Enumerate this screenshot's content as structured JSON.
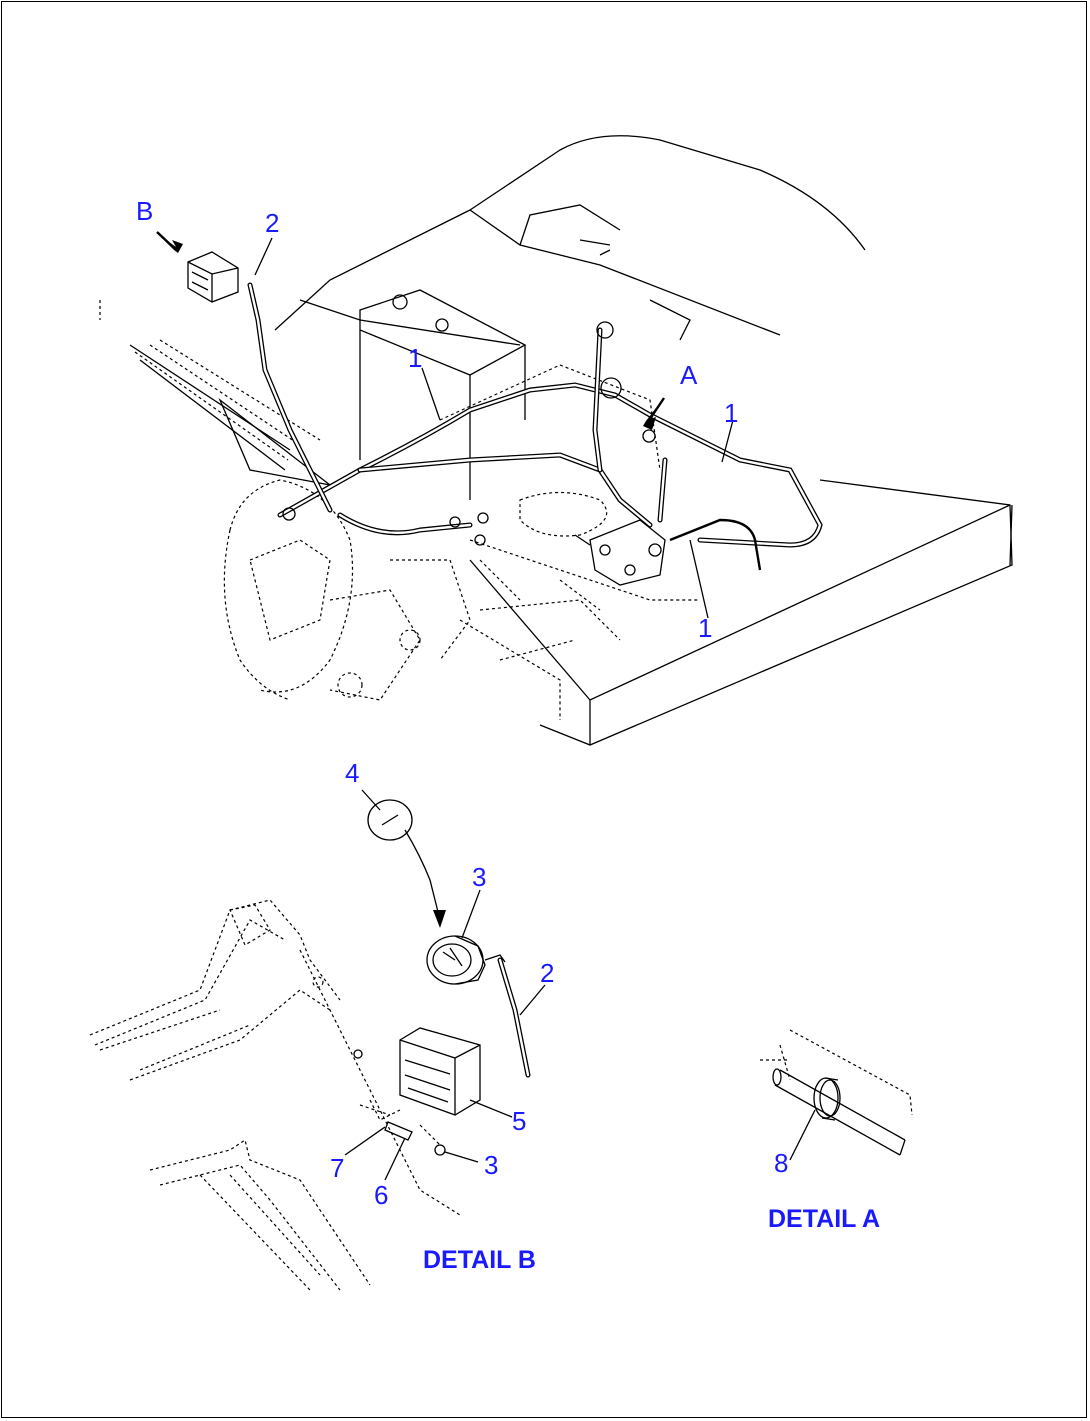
{
  "callouts": {
    "b_view": "B",
    "a_view": "A",
    "item_1": "1",
    "item_2": "2",
    "item_3": "3",
    "item_4": "4",
    "item_5": "5",
    "item_6": "6",
    "item_7": "7",
    "item_8": "8"
  },
  "details": {
    "detail_a": "DETAIL A",
    "detail_b": "DETAIL B"
  }
}
